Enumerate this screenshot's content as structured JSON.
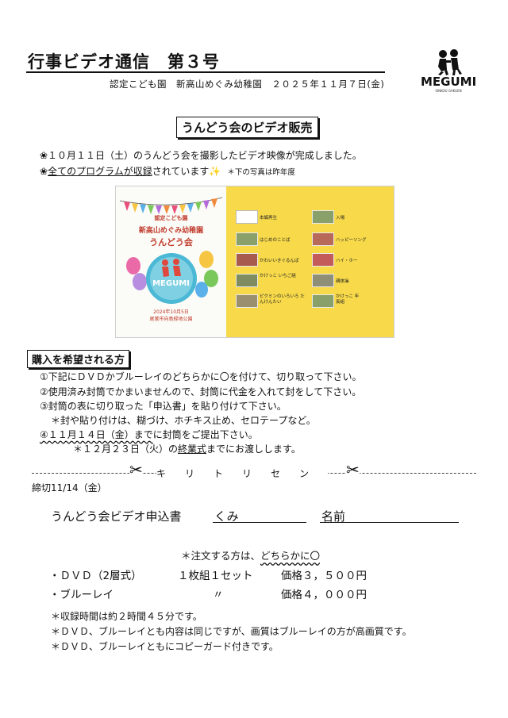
{
  "header": {
    "title": "行事ビデオ通信　第３号",
    "school": "認定こども園　新高山めぐみ幼稚園",
    "date": "２０２５年１１月７日(金)",
    "logo_text": "MEGUMI",
    "logo_sub": "SINKOU GAKUEN"
  },
  "section_title": "うんどう会のビデオ販売",
  "intro": {
    "line1": "❀１０月１１日（土）のうんどう会を撮影したビデオ映像が完成しました。",
    "line2_mark": "❀",
    "line2_underlined": "全てのプログラムが収録",
    "line2_rest": "されています✨",
    "line2_note": "＊下の写真は昨年度"
  },
  "photo": {
    "banner_small": "認定こども園",
    "banner_school": "新高山めぐみ幼稚園",
    "banner_event": "うんどう会",
    "logo_text": "MEGUMI",
    "date_line": "2024年10月5日",
    "place_line": "尾鷲市向島緑地公園",
    "menu": [
      {
        "label": "本編再生"
      },
      {
        "label": "入場"
      },
      {
        "label": "はじめのことば"
      },
      {
        "label": "ハッピーソング"
      },
      {
        "label": "かわいいきぐるんぱ"
      },
      {
        "label": "ハイ・ホー"
      },
      {
        "label": "かけっこ いちご組"
      },
      {
        "label": "親体操"
      },
      {
        "label": "ピクミンのいろいろ たんけんたい"
      },
      {
        "label": "かけっこ 年長組"
      }
    ]
  },
  "purchase": {
    "heading": "購入を希望される方",
    "steps": [
      "①下記にＤＶＤかブルーレイのどちらかに〇を付けて、切り取って下さい。",
      "②使用済み封筒でかまいませんので、封筒に代金を入れて封をして下さい。",
      "③封筒の表に切り取った「申込書」を貼り付けて下さい。",
      "＊封や貼り付けは、糊づけ、ホチキス止め、セロテープなど。"
    ],
    "step4_underlined": "④１１月１４日（金）まで",
    "step4_rest": "に封筒をご提出下さい。",
    "delivery_pre": "＊１２月２３日（火）の",
    "delivery_underlined": "終業式",
    "delivery_rest": "までにお渡しします。"
  },
  "cut": {
    "label": "キリトリセン",
    "deadline": "締切11/14（金）"
  },
  "form": {
    "title": "うんどう会ビデオ申込書",
    "class_label": "くみ",
    "name_label": "名前",
    "order_note_pre": "＊注文する方は、",
    "order_note_underlined": "どちらかに〇",
    "items": [
      {
        "name": "・ＤＶＤ（2層式）",
        "qty": "１枚組１セット",
        "price": "価格３，５００円"
      },
      {
        "name": "・ブルーレイ",
        "qty": "〃",
        "price": "価格４，０００円"
      }
    ]
  },
  "notes": [
    "＊収録時間は約２時間４５分です。",
    "＊ＤＶＤ、ブルーレイとも内容は同じですが、画質はブルーレイの方が高画質です。",
    "＊ＤＶＤ、ブルーレイともにコピーガード付きです。"
  ]
}
